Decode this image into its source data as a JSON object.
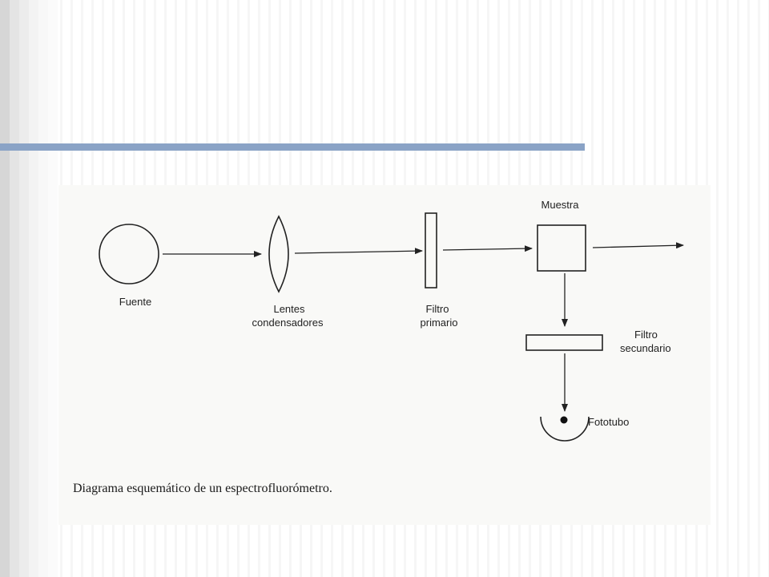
{
  "slide": {
    "accent_color": "#8aa3c6"
  },
  "diagram": {
    "labels": {
      "fuente": "Fuente",
      "lentes_1": "Lentes",
      "lentes_2": "condensadores",
      "filtro_primario_1": "Filtro",
      "filtro_primario_2": "primario",
      "muestra": "Muestra",
      "filtro_secundario_1": "Filtro",
      "filtro_secundario_2": "secundario",
      "fototubo": "Fototubo"
    },
    "caption": "Diagrama esquemático de un espectrofluorómetro."
  }
}
